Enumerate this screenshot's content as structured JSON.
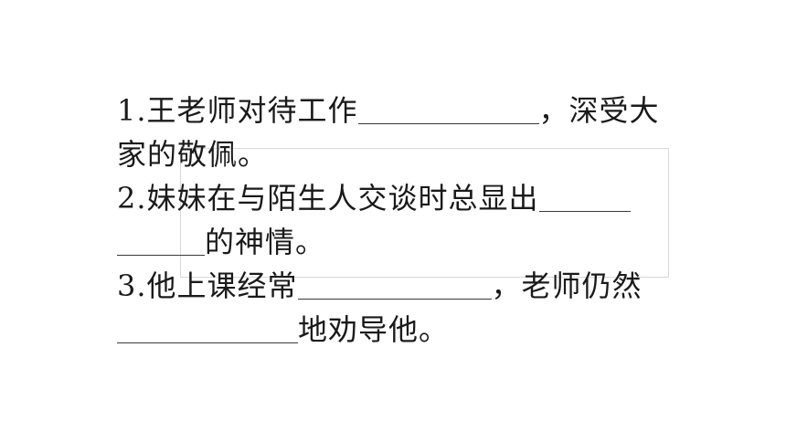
{
  "questions": [
    {
      "number": "1.",
      "line1_before": "王老师对待工作",
      "line1_after": "，深受大",
      "line2": "家的敬佩。"
    },
    {
      "number": "2.",
      "line1_before": "妹妹在与陌生人交谈时总显出",
      "line2_after": "的神情。"
    },
    {
      "number": "3.",
      "line1_before": "他上课经常",
      "line1_after": "，老师仍然",
      "line2_after": "地劝导他。"
    }
  ]
}
